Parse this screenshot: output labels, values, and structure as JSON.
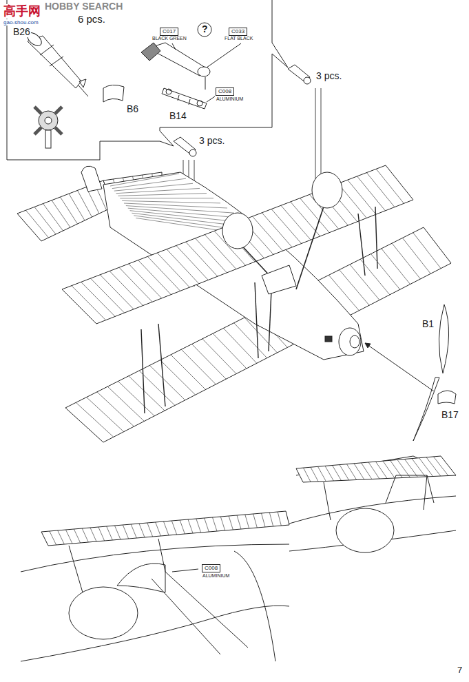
{
  "diagram": {
    "labels": [
      "高手网",
      "gao-shou.com",
      "HOBBY SEARCH",
      "6 pcs.",
      "B26",
      "C017",
      "BLACK GREEN",
      "?",
      "C033",
      "FLAT BLACK",
      "B6",
      "C008",
      "ALUMINIUM",
      "B14",
      "3 pcs.",
      "3 pcs.",
      "B1",
      "B17",
      "C008",
      "ALUMINIUM",
      "7"
    ]
  }
}
